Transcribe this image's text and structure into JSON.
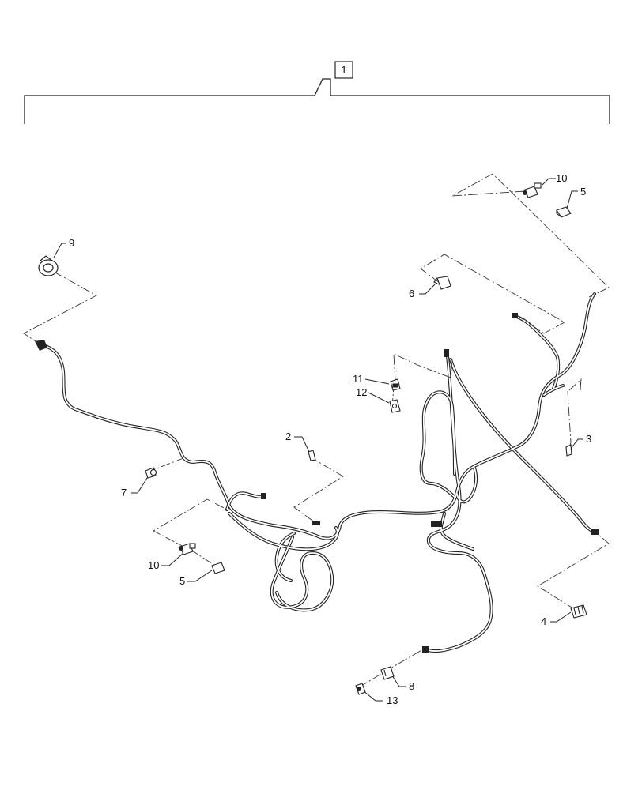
{
  "assembly": {
    "label": "1"
  },
  "callouts": [
    {
      "id": "c10a",
      "label": "10"
    },
    {
      "id": "c5a",
      "label": "5"
    },
    {
      "id": "c9",
      "label": "9"
    },
    {
      "id": "c6",
      "label": "6"
    },
    {
      "id": "c11",
      "label": "11"
    },
    {
      "id": "c12",
      "label": "12"
    },
    {
      "id": "c3",
      "label": "3"
    },
    {
      "id": "c2",
      "label": "2"
    },
    {
      "id": "c7",
      "label": "7"
    },
    {
      "id": "c10b",
      "label": "10"
    },
    {
      "id": "c5b",
      "label": "5"
    },
    {
      "id": "c4",
      "label": "4"
    },
    {
      "id": "c8",
      "label": "8"
    },
    {
      "id": "c13",
      "label": "13"
    }
  ],
  "colors": {
    "line": "#222222",
    "background": "#ffffff"
  }
}
